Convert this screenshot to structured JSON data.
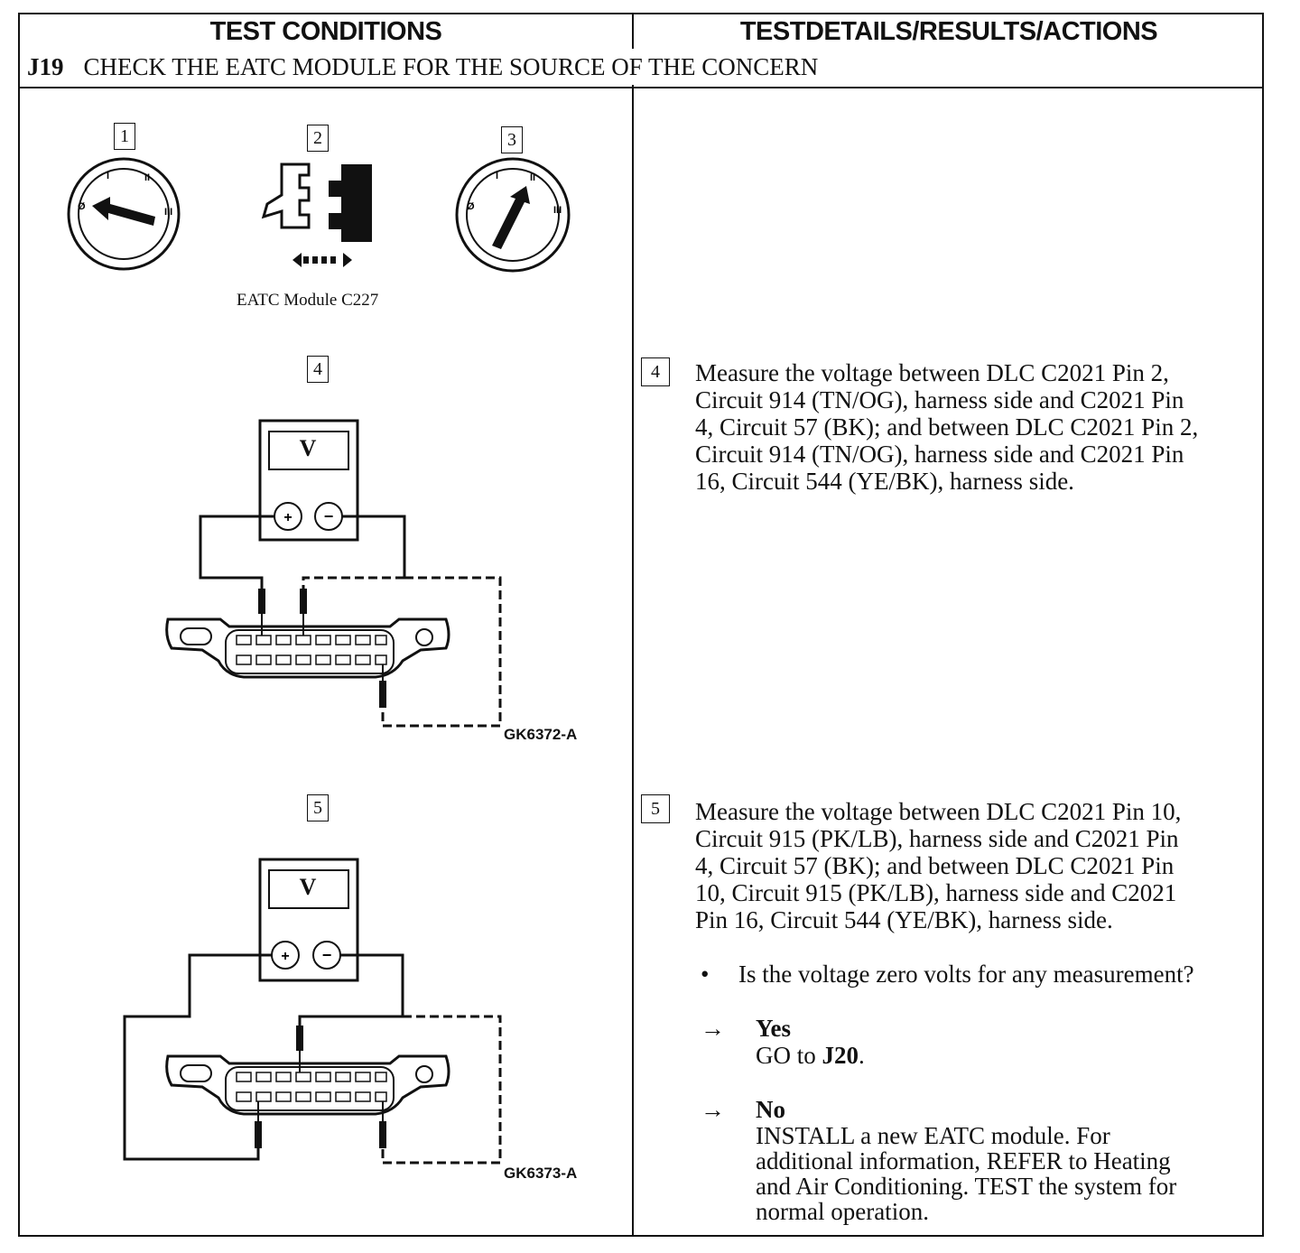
{
  "header": {
    "left": "TEST CONDITIONS",
    "right": "TESTDETAILS/RESULTS/ACTIONS"
  },
  "section": {
    "id": "J19",
    "title": "CHECK THE EATC MODULE FOR THE SOURCE OF THE CONCERN"
  },
  "steps": {
    "s1": "1",
    "s2": "2",
    "s3": "3",
    "s4": "4",
    "s5": "5"
  },
  "connector_label": "EATC Module C227",
  "meter_symbol": "V",
  "figures": {
    "fig4": "GK6372-A",
    "fig5": "GK6373-A"
  },
  "step4": {
    "number": "4",
    "lines": [
      "Measure the voltage between DLC C2021 Pin 2,",
      "Circuit 914 (TN/OG), harness side and C2021 Pin",
      "4, Circuit 57 (BK); and between DLC C2021 Pin 2,",
      "Circuit 914 (TN/OG), harness side and C2021 Pin",
      "16, Circuit 544 (YE/BK), harness  side."
    ]
  },
  "step5": {
    "number": "5",
    "lines": [
      "Measure the voltage between DLC C2021 Pin 10,",
      "Circuit 915 (PK/LB), harness side and C2021 Pin",
      "4, Circuit 57 (BK); and between DLC C2021 Pin",
      "10, Circuit 915 (PK/LB), harness side and C2021",
      "Pin 16, Circuit 544 (YE/BK), harness  side."
    ],
    "bullet": "•",
    "question": "Is the voltage zero volts for any measurement?",
    "arrow": "→",
    "yes": {
      "label": "Yes",
      "action_prefix": "GO to ",
      "action_target": "J20",
      "action_suffix": "."
    },
    "no": {
      "label": "No",
      "lines": [
        "INSTALL a new EATC module. For",
        "additional information, REFER to Heating",
        "and Air Conditioning. TEST the system for",
        "normal operation."
      ]
    }
  }
}
